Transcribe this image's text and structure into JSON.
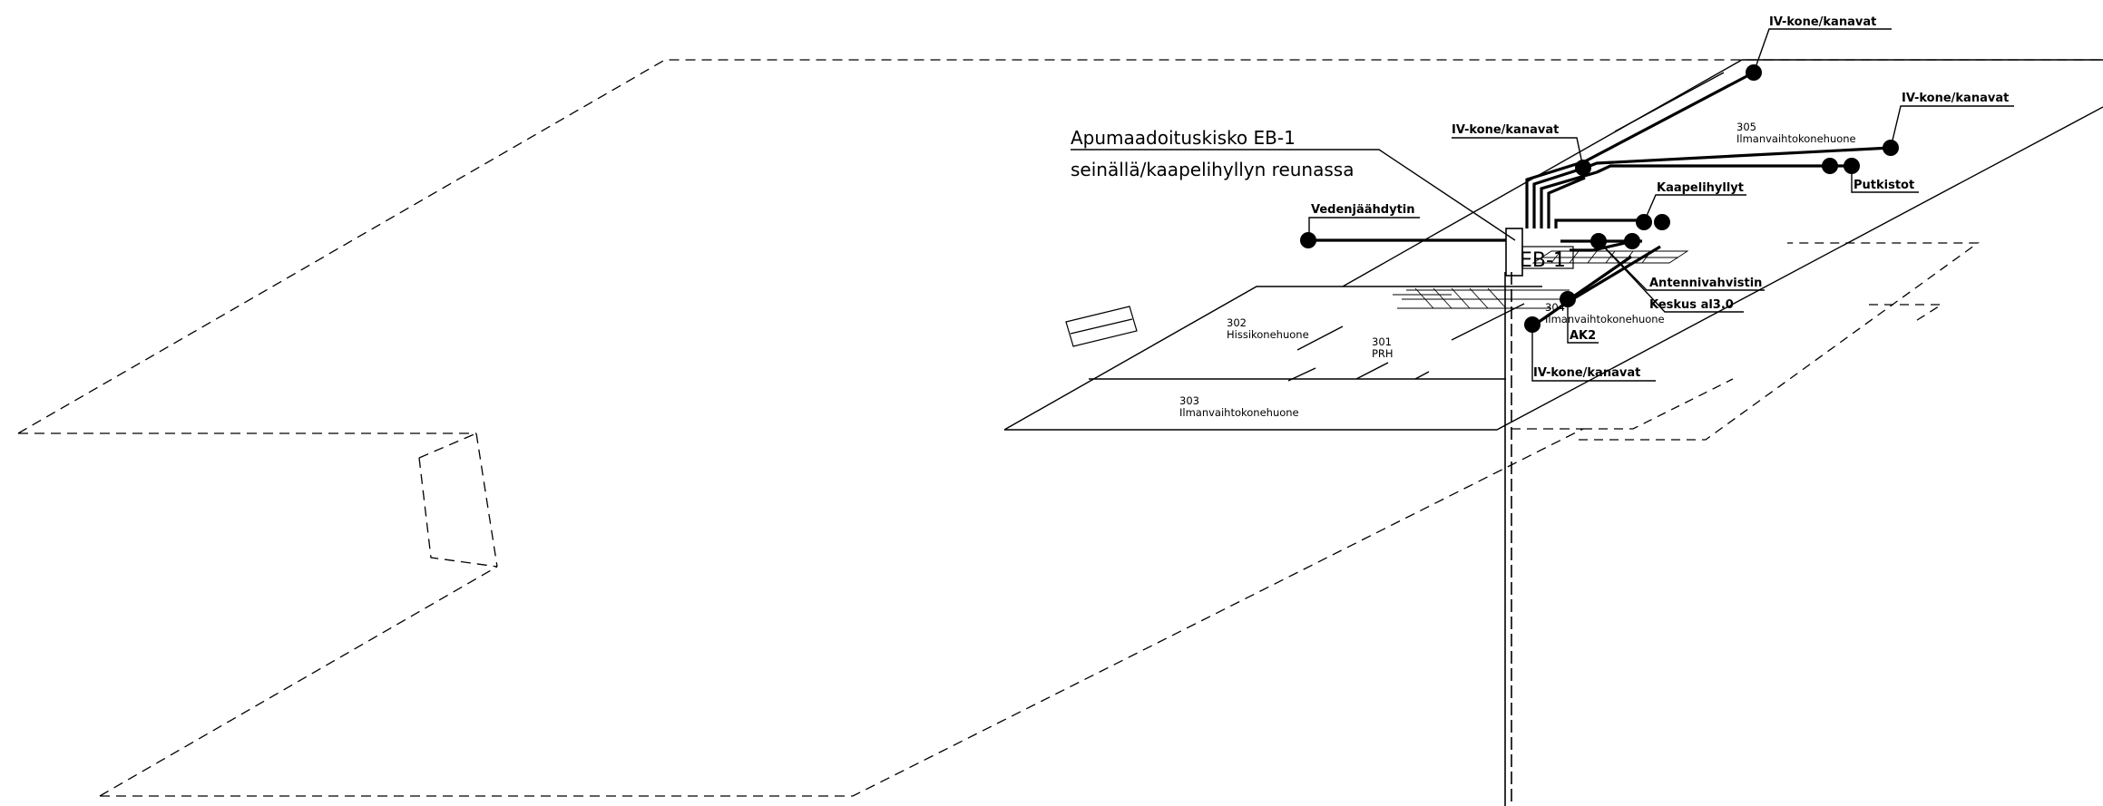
{
  "title": {
    "line1": "Apumaadoituskisko EB-1",
    "line2": "seinällä/kaapelihyllyn reunassa"
  },
  "eb_label": "EB-1",
  "tags": {
    "iv_top": "IV-kone/kanavat",
    "iv_right": "IV-kone/kanavat",
    "iv_mid": "IV-kone/kanavat",
    "iv_bottom": "IV-kone/kanavat",
    "vedenjaahdytin": "Vedenjäähdytin",
    "kaapelihyllyt": "Kaapelihyllyt",
    "putkistot": "Putkistot",
    "antennivahvistin": "Antennivahvistin",
    "keskus": "Keskus al3.0",
    "ak2": "AK2"
  },
  "rooms": [
    {
      "number": "305",
      "name": "Ilmanvaihtokonehuone"
    },
    {
      "number": "302",
      "name": "Hissikonehuone"
    },
    {
      "number": "301",
      "name": "PRH"
    },
    {
      "number": "303",
      "name": "Ilmanvaihtokonehuone"
    },
    {
      "number": "304",
      "name": "Ilmanvaihtokonehuone"
    }
  ],
  "colors": {
    "ink": "#000000",
    "paper": "#ffffff"
  }
}
